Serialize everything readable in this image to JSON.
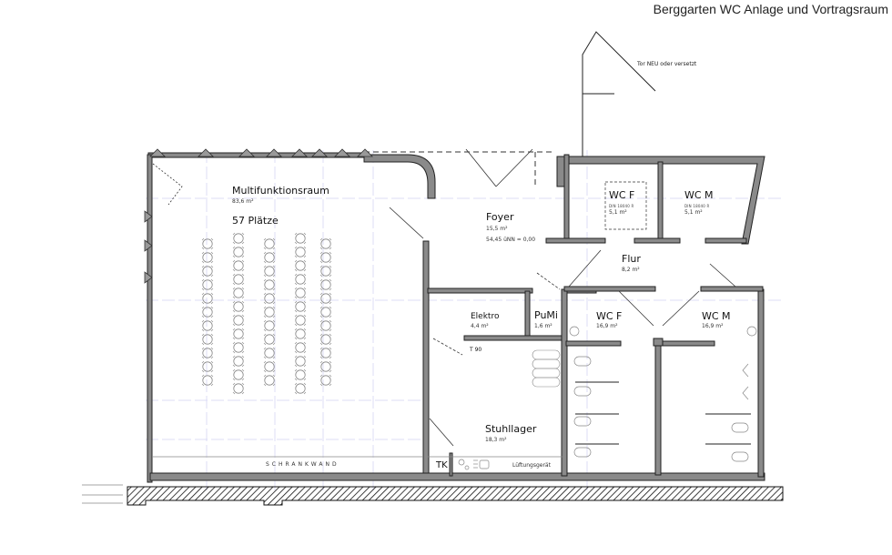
{
  "title": "Berggarten WC Anlage und Vortragsraum",
  "annotations": {
    "gate_note": "Tor NEU oder versetzt",
    "elevation": "54,45 üNN = 0,00",
    "fire_door": "T 90",
    "wardrobe_wall": "SCHRANKWAND",
    "tk": "TK",
    "ventilation": "Lüftungsgerät"
  },
  "rooms": [
    {
      "id": "multifunktionsraum",
      "name": "Multifunktionsraum",
      "area": "83,6 m²",
      "seats": "57 Plätze"
    },
    {
      "id": "foyer",
      "name": "Foyer",
      "area": "15,5 m²"
    },
    {
      "id": "wc-f-small",
      "name": "WC F",
      "norm": "DIN 18040 R",
      "area": "5,1 m²"
    },
    {
      "id": "wc-m-small",
      "name": "WC M",
      "norm": "DIN 18040 R",
      "area": "5,1 m²"
    },
    {
      "id": "flur",
      "name": "Flur",
      "area": "8,2 m²"
    },
    {
      "id": "elektro",
      "name": "Elektro",
      "area": "4,4 m²"
    },
    {
      "id": "pumi",
      "name": "PuMi",
      "area": "1,6 m²"
    },
    {
      "id": "wc-f-large",
      "name": "WC F",
      "area": "16,9 m²"
    },
    {
      "id": "wc-m-large",
      "name": "WC M",
      "area": "16,9 m²"
    },
    {
      "id": "stuhllager",
      "name": "Stuhllager",
      "area": "18,3 m²"
    }
  ],
  "colors": {
    "wall_fill": "#8a8a8a",
    "wall_stroke": "#222222",
    "grid": "#c8c8f0",
    "line": "#222222"
  }
}
